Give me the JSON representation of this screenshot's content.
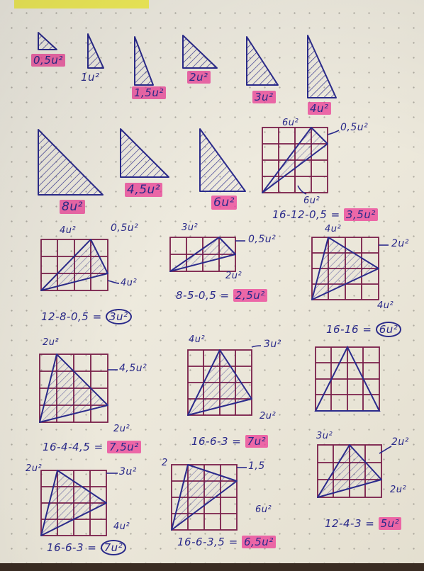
{
  "row1": [
    "0,5u²",
    "1u²",
    "1,5u²",
    "2u²",
    "3u²",
    "4u²"
  ],
  "row2": [
    "8u²",
    "4,5u²",
    "6u²"
  ],
  "g1": {
    "tl": "6u²",
    "tr": "0,5u²",
    "br": "6u²",
    "eq_text": "16-12-0,5 =",
    "eq_result": "3,5u²"
  },
  "g2": {
    "tl": "4u²",
    "tr": "0,5u²",
    "br": "4u²",
    "eq_text": "12-8-0,5 =",
    "eq_result": "3u²"
  },
  "g3": {
    "tl": "3u²",
    "tr": "0,5u²",
    "br": "2u²",
    "eq_text": "8-5-0,5 =",
    "eq_result": "2,5u²"
  },
  "g4": {
    "tl": "4u²",
    "tr": "2u²",
    "br": "4u²",
    "eq_text": "16-16 =",
    "eq_result": "6u²"
  },
  "g5": {
    "tl": "2u²",
    "tr": "4,5u²",
    "br": "2u²",
    "eq_text": "16-4-4,5 =",
    "eq_result": "7,5u²"
  },
  "g6": {
    "tl": "4u²",
    "tr": "3u²",
    "br": "2u²",
    "eq_text": "16-6-3 =",
    "eq_result": "7u²"
  },
  "g8": {
    "tl": "3u²",
    "tr": "2u²",
    "br": "2u²",
    "eq_text": "12-4-3 =",
    "eq_result": "5u²"
  },
  "g9": {
    "tl": "2u²",
    "tr": "3u²",
    "br": "4u²",
    "eq_text": "16-6-3 =",
    "eq_result": "7u²"
  },
  "g10": {
    "tl": "2",
    "tr": "1,5",
    "br": "6u²",
    "eq_text": "16-6-3,5 =",
    "eq_result": "6,5u²"
  }
}
